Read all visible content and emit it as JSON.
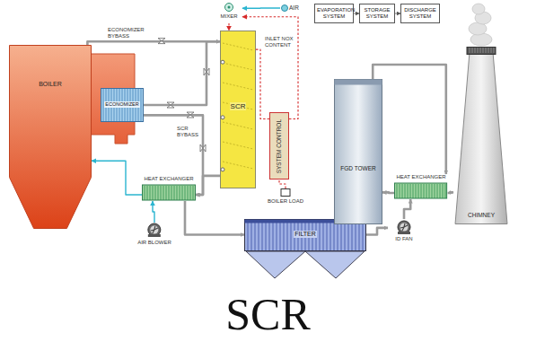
{
  "diagram": {
    "caption": "SCR",
    "nodes": [
      {
        "text": [
          "BOILER"
        ]
      },
      {
        "text": [
          "ECONOMIZER"
        ]
      },
      {
        "text": [
          "AIR"
        ]
      },
      {
        "text": [
          "MIXER"
        ]
      },
      {
        "text": [
          "EVAPORATION SYSTEM"
        ]
      },
      {
        "text": [
          "STORAGE SYSTEM"
        ]
      },
      {
        "text": [
          "DISCHARGE SYSTEM"
        ]
      },
      {
        "text": [
          "SCR"
        ]
      },
      {
        "text": [
          "SYSTEM CONTROL"
        ]
      },
      {
        "text": [
          "BOILER LOAD"
        ]
      },
      {
        "text": [
          "HEAT EXCHANGER"
        ]
      },
      {
        "text": [
          "AIR BLOWER"
        ]
      },
      {
        "text": [
          "FILTER"
        ]
      },
      {
        "text": [
          "FGD TOWER"
        ]
      },
      {
        "text": [
          "ID FAN"
        ]
      },
      {
        "text": [
          "HEAT EXCHANGER"
        ]
      },
      {
        "text": [
          "CHIMNEY"
        ]
      }
    ],
    "edges": [
      {
        "from": 1,
        "to": 7,
        "arrow": "to"
      },
      {
        "from": 0,
        "to": 7,
        "arrow": "to"
      },
      {
        "from": 7,
        "to": 10,
        "arrow": "to"
      },
      {
        "from": 1,
        "to": 10,
        "arrow": "to"
      },
      {
        "from": 10,
        "to": 12,
        "arrow": "to"
      },
      {
        "from": 11,
        "to": 10,
        "arrow": "to"
      },
      {
        "from": 10,
        "to": 0,
        "arrow": "to"
      },
      {
        "from": 12,
        "to": 14,
        "arrow": "to"
      },
      {
        "from": 14,
        "to": 15,
        "arrow": "to"
      },
      {
        "from": 15,
        "to": 13,
        "arrow": "to"
      },
      {
        "from": 13,
        "to": 15,
        "arrow": "to"
      },
      {
        "from": 15,
        "to": 16,
        "arrow": "to"
      },
      {
        "from": 2,
        "to": 3,
        "arrow": "to"
      },
      {
        "from": 3,
        "to": 7,
        "arrow": "to"
      },
      {
        "from": 8,
        "to": 3,
        "arrow": "to"
      },
      {
        "from": 9,
        "to": 8,
        "arrow": "none"
      },
      {
        "from": 7,
        "to": 8,
        "arrow": "none"
      },
      {
        "from": 4,
        "to": 5,
        "arrow": "to"
      },
      {
        "from": 5,
        "to": 6,
        "arrow": "to"
      }
    ],
    "labels": [
      "ECONOMIZER BYBASS",
      "SCR BYBASS",
      "INLET NOX CONTENT"
    ]
  }
}
